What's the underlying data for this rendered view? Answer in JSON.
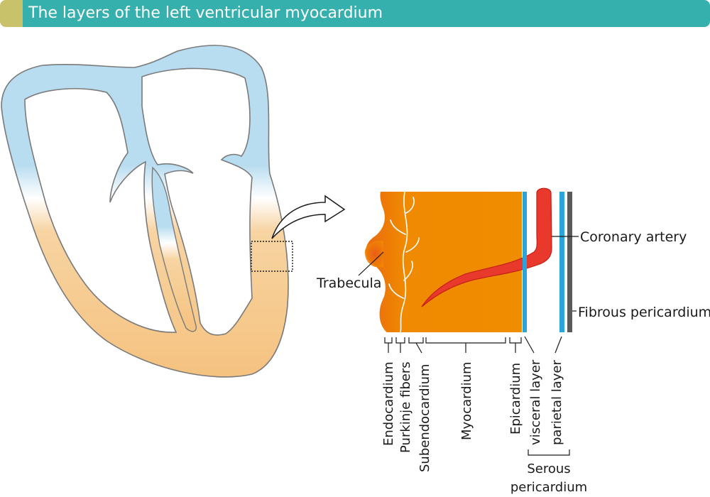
{
  "header": {
    "title": "The layers of the left ventricular myocardium"
  },
  "labels": {
    "trabecula": "Trabecula",
    "coronary_artery": "Coronary artery",
    "fibrous_pericardium": "Fibrous pericardium",
    "endocardium": "Endocardium",
    "purkinje_fibers": "Purkinje fibers",
    "subendocardium": "Subendocardium",
    "myocardium": "Myocardium",
    "epicardium": "Epicardium",
    "visceral_layer": "visceral layer",
    "parietal_layer": "parietal layer",
    "serous_line1": "Serous",
    "serous_line2": "pericardium"
  },
  "colors": {
    "header_bar": "#36b0ad",
    "header_accent": "#c8c36a",
    "wall_blue": "#b8dcf0",
    "wall_orange": "#f5c27f",
    "myocardium_orange": "#f08a00",
    "coronary_red": "#e8392c",
    "serous_blue": "#2aa5dc",
    "fibrous_gray": "#5a5a5a"
  },
  "icons": {
    "arrow": "curved-arrow-icon"
  }
}
